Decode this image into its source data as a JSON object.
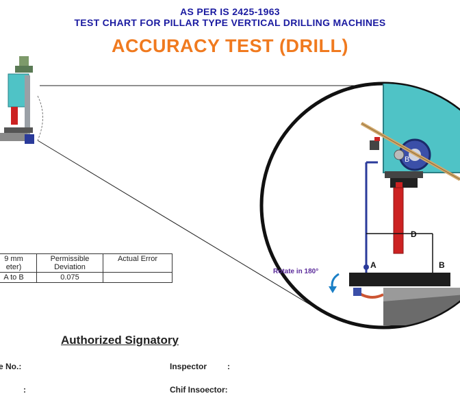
{
  "header": {
    "line1": "AS PER IS 2425-1963",
    "line2": "TEST CHART FOR PILLAR TYPE VERTICAL DRILLING MACHINES",
    "title": "ACCURACY TEST (DRILL)"
  },
  "diagram": {
    "label_a": "A",
    "label_b": "B",
    "label_d": "D",
    "label_b_head": "B",
    "rotate_note": "Rotate in 180°"
  },
  "table": {
    "header": [
      "9 mm",
      "Permissible",
      "Actual Error"
    ],
    "header_line2": [
      "eter)",
      "Deviation",
      ""
    ],
    "row": [
      "A to B",
      "0.075",
      ""
    ]
  },
  "signatory": "Authorized Signatory",
  "fields": {
    "machine_no": "e No.:",
    "inspector": "Inspector",
    "inspector_colon": ":",
    "left_colon": ":",
    "chief": "Chif Insoector:"
  },
  "colors": {
    "header_blue": "#1a1aa0",
    "title_orange": "#f07a1f",
    "machine_cyan": "#4fc3c6",
    "spindle_red": "#cc2222"
  }
}
